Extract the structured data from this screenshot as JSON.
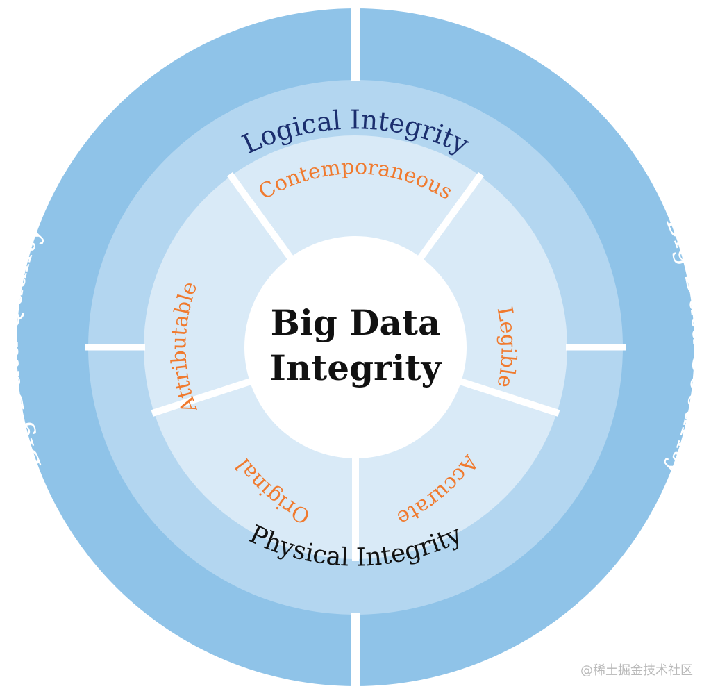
{
  "center": {
    "line1": "Big Data",
    "line2": "Integrity"
  },
  "outer_ring": {
    "left": "Big Data Quality",
    "right": "Big Data Security"
  },
  "middle_ring": {
    "top": "Logical Integrity",
    "bottom": "Physical Integrity"
  },
  "inner_ring": {
    "top": "Contemporaneous",
    "right": "Legible",
    "bottom_right": "Accurate",
    "bottom_left": "Original",
    "left": "Attributable"
  },
  "watermark": "@稀土掘金技术社区",
  "colors": {
    "outer_ring": "#8fc3e8",
    "middle_ring": "#b3d6f0",
    "inner_ring": "#d9eaf7",
    "center": "#ffffff",
    "separator": "#ffffff",
    "outer_text": "#ffffff",
    "logical_text": "#1b2e6e",
    "physical_text": "#111111",
    "inner_text": "#f07a2e",
    "center_text": "#111111"
  }
}
